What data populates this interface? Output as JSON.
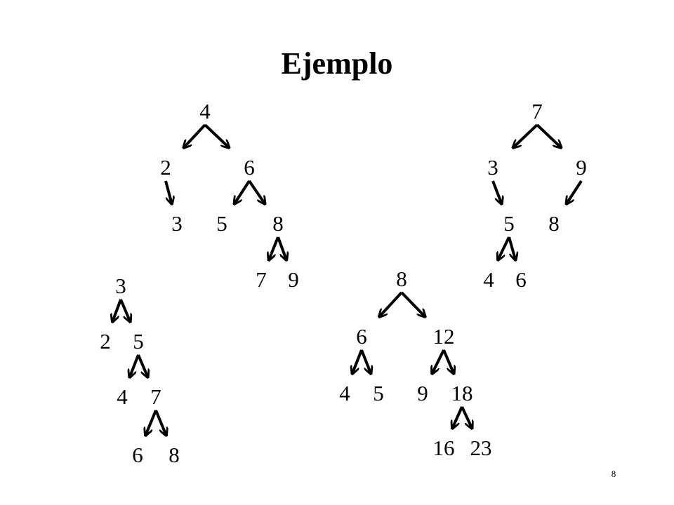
{
  "slide": {
    "title": "Ejemplo",
    "page_number": "8"
  },
  "trees": [
    {
      "name": "tree-1",
      "nodes": [
        {
          "id": "a4",
          "label": "4"
        },
        {
          "id": "a2",
          "label": "2"
        },
        {
          "id": "a6",
          "label": "6"
        },
        {
          "id": "a3",
          "label": "3"
        },
        {
          "id": "a5",
          "label": "5"
        },
        {
          "id": "a8",
          "label": "8"
        },
        {
          "id": "a7",
          "label": "7"
        },
        {
          "id": "a9",
          "label": "9"
        }
      ],
      "edges": [
        [
          "a4",
          "a2"
        ],
        [
          "a4",
          "a6"
        ],
        [
          "a2",
          "a3"
        ],
        [
          "a6",
          "a5"
        ],
        [
          "a6",
          "a8"
        ],
        [
          "a8",
          "a7"
        ],
        [
          "a8",
          "a9"
        ]
      ]
    },
    {
      "name": "tree-2",
      "nodes": [
        {
          "id": "b7",
          "label": "7"
        },
        {
          "id": "b3",
          "label": "3"
        },
        {
          "id": "b9",
          "label": "9"
        },
        {
          "id": "b5",
          "label": "5"
        },
        {
          "id": "b8",
          "label": "8"
        },
        {
          "id": "b4",
          "label": "4"
        },
        {
          "id": "b6",
          "label": "6"
        }
      ],
      "edges": [
        [
          "b7",
          "b3"
        ],
        [
          "b7",
          "b9"
        ],
        [
          "b3",
          "b5"
        ],
        [
          "b9",
          "b8"
        ],
        [
          "b5",
          "b4"
        ],
        [
          "b5",
          "b6"
        ]
      ]
    },
    {
      "name": "tree-3",
      "nodes": [
        {
          "id": "c3",
          "label": "3"
        },
        {
          "id": "c2",
          "label": "2"
        },
        {
          "id": "c5",
          "label": "5"
        },
        {
          "id": "c4",
          "label": "4"
        },
        {
          "id": "c7",
          "label": "7"
        },
        {
          "id": "c6",
          "label": "6"
        },
        {
          "id": "c8",
          "label": "8"
        }
      ],
      "edges": [
        [
          "c3",
          "c2"
        ],
        [
          "c3",
          "c5"
        ],
        [
          "c5",
          "c4"
        ],
        [
          "c5",
          "c7"
        ],
        [
          "c7",
          "c6"
        ],
        [
          "c7",
          "c8"
        ]
      ]
    },
    {
      "name": "tree-4",
      "nodes": [
        {
          "id": "d8",
          "label": "8"
        },
        {
          "id": "d6",
          "label": "6"
        },
        {
          "id": "d12",
          "label": "12"
        },
        {
          "id": "d4",
          "label": "4"
        },
        {
          "id": "d5",
          "label": "5"
        },
        {
          "id": "d9",
          "label": "9"
        },
        {
          "id": "d18",
          "label": "18"
        },
        {
          "id": "d16",
          "label": "16"
        },
        {
          "id": "d23",
          "label": "23"
        }
      ],
      "edges": [
        [
          "d8",
          "d6"
        ],
        [
          "d8",
          "d12"
        ],
        [
          "d6",
          "d4"
        ],
        [
          "d6",
          "d5"
        ],
        [
          "d12",
          "d9"
        ],
        [
          "d12",
          "d18"
        ],
        [
          "d18",
          "d16"
        ],
        [
          "d18",
          "d23"
        ]
      ]
    }
  ]
}
